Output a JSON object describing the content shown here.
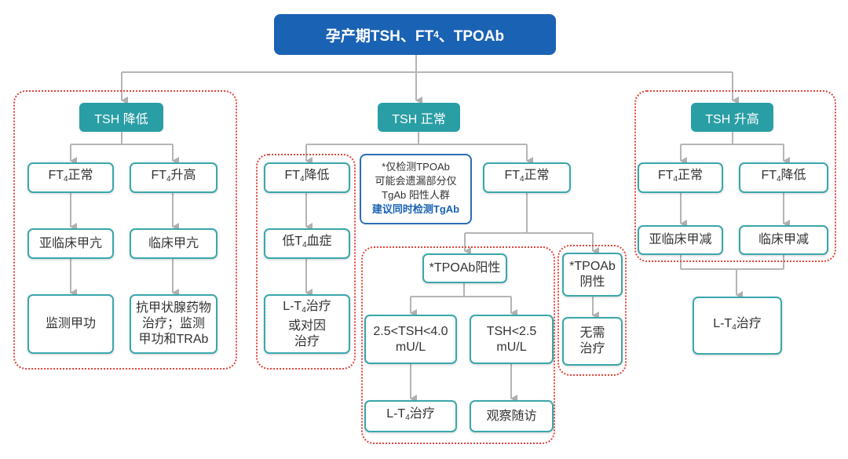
{
  "title": {
    "a": "孕产期TSH、FT",
    "s1": "4",
    "b": "、TPOAb"
  },
  "colors": {
    "title": "#1a62b3",
    "pill": "#2a9ea5",
    "box_border": "#3aa7ac",
    "group_border": "#e0453a",
    "line": "#b5b5b5"
  },
  "left": {
    "header": "TSH 降低",
    "ft4_normal": {
      "a": "FT",
      "s": "4",
      "b": "正常"
    },
    "ft4_high": {
      "a": "FT",
      "s": "4",
      "b": "升高"
    },
    "subclinical": "亚临床甲亢",
    "clinical": "临床甲亢",
    "monitor": "监测甲功",
    "treat": [
      "抗甲状腺药物",
      "治疗；监测",
      "甲功和TRAb"
    ]
  },
  "middle": {
    "header": "TSH 正常",
    "ft4_low": {
      "a": "FT",
      "s": "4",
      "b": "降低"
    },
    "low_t4": {
      "a": "低T",
      "s": "4",
      "b": "血症"
    },
    "lt4_or_cause": {
      "a": "L-T",
      "s": "4",
      "b": "治疗",
      "l2": "或对因",
      "l3": "治疗"
    },
    "note": [
      "*仅检测TPOAb",
      "可能会遗漏部分仅",
      "TgAb 阳性人群"
    ],
    "note_highlight": "建议同时检测TgAb",
    "ft4_normal": {
      "a": "FT",
      "s": "4",
      "b": "正常"
    },
    "tpo_pos": "*TPOAb阳性",
    "tsh_mid": [
      "2.5<TSH<4.0",
      "mU/L"
    ],
    "tsh_low": [
      "TSH<2.5",
      "mU/L"
    ],
    "lt4": {
      "a": "L-T",
      "s": "4",
      "b": "治疗"
    },
    "observe": "观察随访",
    "tpo_neg": [
      "*TPOAb",
      "阴性"
    ],
    "no_treat": [
      "无需",
      "治疗"
    ]
  },
  "right": {
    "header": "TSH 升高",
    "ft4_normal": {
      "a": "FT",
      "s": "4",
      "b": "正常"
    },
    "ft4_low": {
      "a": "FT",
      "s": "4",
      "b": "降低"
    },
    "subclinical": "亚临床甲减",
    "clinical": "临床甲减",
    "lt4": {
      "a": "L-T",
      "s": "4",
      "b": "治疗"
    }
  }
}
